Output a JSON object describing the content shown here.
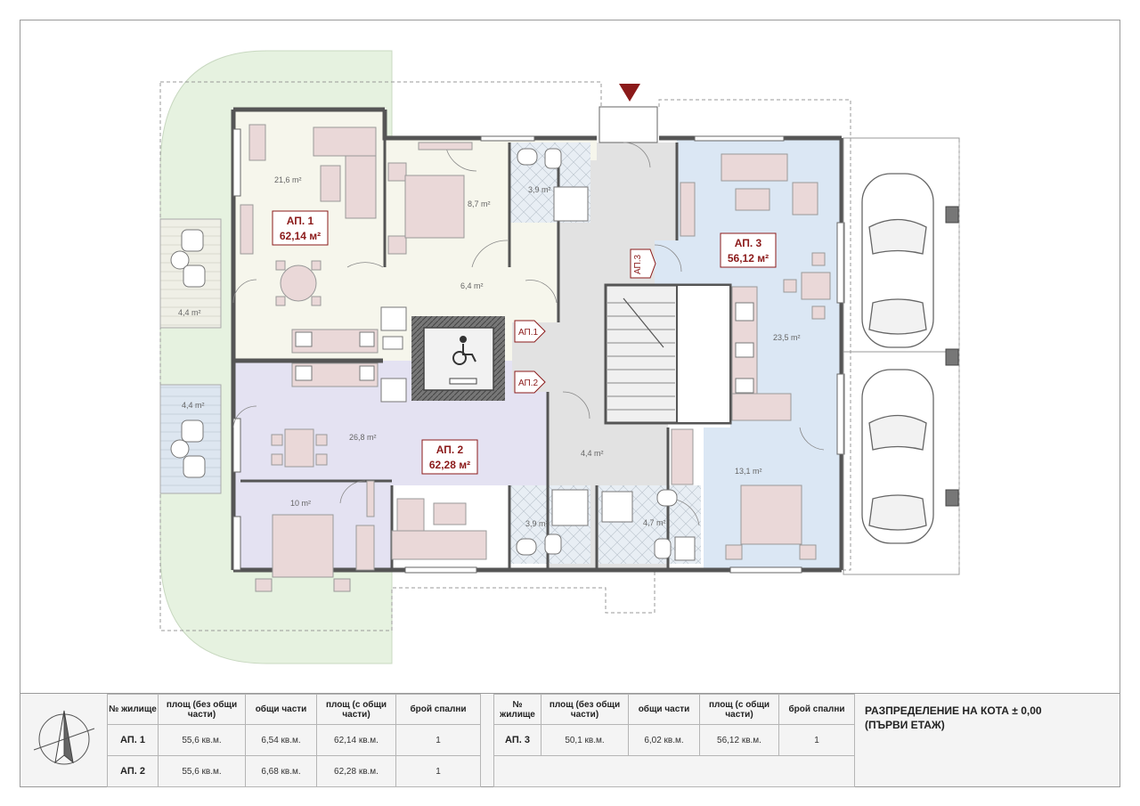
{
  "rooms": {
    "r1_living": "21,6 m²",
    "r1_bed": "8,7 m²",
    "r1_bath": "3,9 m²",
    "r1_hall": "6,4 m²",
    "terrace_top": "4,4 m²",
    "terrace_bottom": "4,4 m²",
    "r2_living": "26,8 m²",
    "r2_bed": "10 m²",
    "r2_bath": "3,9 m²",
    "corridor": "4,4 m²",
    "r3_bath": "4,7 m²",
    "r3_living": "23,5 m²",
    "r3_bed": "13,1 m²"
  },
  "apartments": {
    "ap1": {
      "name": "АП. 1",
      "area": "62,14 м²"
    },
    "ap2": {
      "name": "АП. 2",
      "area": "62,28 м²"
    },
    "ap3": {
      "name": "АП. 3",
      "area": "56,12 м²"
    }
  },
  "entries": {
    "ap1": "АП.1",
    "ap2": "АП.2",
    "ap3": "АП.3"
  },
  "table_left": {
    "headers": [
      "№ жилище",
      "площ (без общи части)",
      "общи части",
      "площ (с общи части)",
      "брой спални"
    ],
    "rows": [
      [
        "АП. 1",
        "55,6 кв.м.",
        "6,54 кв.м.",
        "62,14 кв.м.",
        "1"
      ],
      [
        "АП. 2",
        "55,6 кв.м.",
        "6,68 кв.м.",
        "62,28 кв.м.",
        "1"
      ]
    ]
  },
  "table_right": {
    "headers": [
      "№ жилище",
      "площ (без общи части)",
      "общи части",
      "площ (с общи части)",
      "брой спални"
    ],
    "rows": [
      [
        "АП. 3",
        "50,1 кв.м.",
        "6,02 кв.м.",
        "56,12 кв.м.",
        "1"
      ]
    ]
  },
  "title": {
    "line1": "РАЗПРЕДЕЛЕНИЕ НА КОТА ± 0,00",
    "line2": "(ПЪРВИ ЕТАЖ)"
  },
  "colors": {
    "ap1_fill": "#f6f6ec",
    "ap2_fill": "#e4e2f2",
    "ap3_fill": "#dbe7f4",
    "common_fill": "#e2e2e2",
    "garden": "#e6f2e0",
    "furniture": "#ead8d8",
    "wall": "#555555",
    "label_red": "#8b1a1a"
  }
}
